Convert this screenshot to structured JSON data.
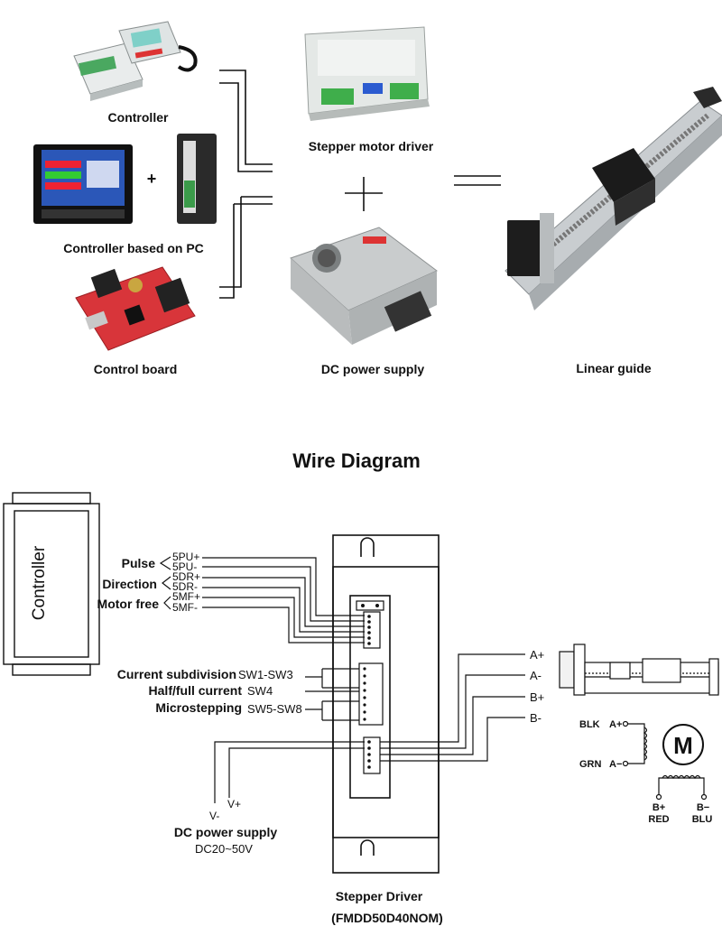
{
  "top": {
    "controller": "Controller",
    "pc_controller": "Controller based on PC",
    "plus": "+",
    "control_board": "Control board",
    "stepper_driver": "Stepper motor driver",
    "dc_supply": "DC power supply",
    "linear_guide": "Linear guide"
  },
  "wire": {
    "title": "Wire Diagram",
    "controller": "Controller",
    "pulse": "Pulse",
    "direction": "Direction",
    "motor_free": "Motor free",
    "pu_plus": "5PU+",
    "pu_minus": "5PU-",
    "dr_plus": "5DR+",
    "dr_minus": "5DR-",
    "mf_plus": "5MF+",
    "mf_minus": "5MF-",
    "current_subdivision": "Current subdivision",
    "sw1_sw3": "SW1-SW3",
    "half_full": "Half/full current",
    "sw4": "SW4",
    "microstepping": "Microstepping",
    "sw5_sw8": "SW5-SW8",
    "a_plus": "A+",
    "a_minus": "A-",
    "b_plus": "B+",
    "b_minus": "B-",
    "v_minus": "V-",
    "v_plus": "V+",
    "dc_supply": "DC power supply",
    "dc_range": "DC20~50V",
    "driver_title": "Stepper Driver",
    "driver_model": "(FMDD50D40NOM)",
    "blk": "BLK",
    "grn": "GRN",
    "m_a_plus": "A+",
    "m_a_minus": "A−",
    "m_b_plus": "B+",
    "m_b_minus": "B−",
    "red": "RED",
    "blu": "BLU",
    "motor_letter": "M"
  }
}
